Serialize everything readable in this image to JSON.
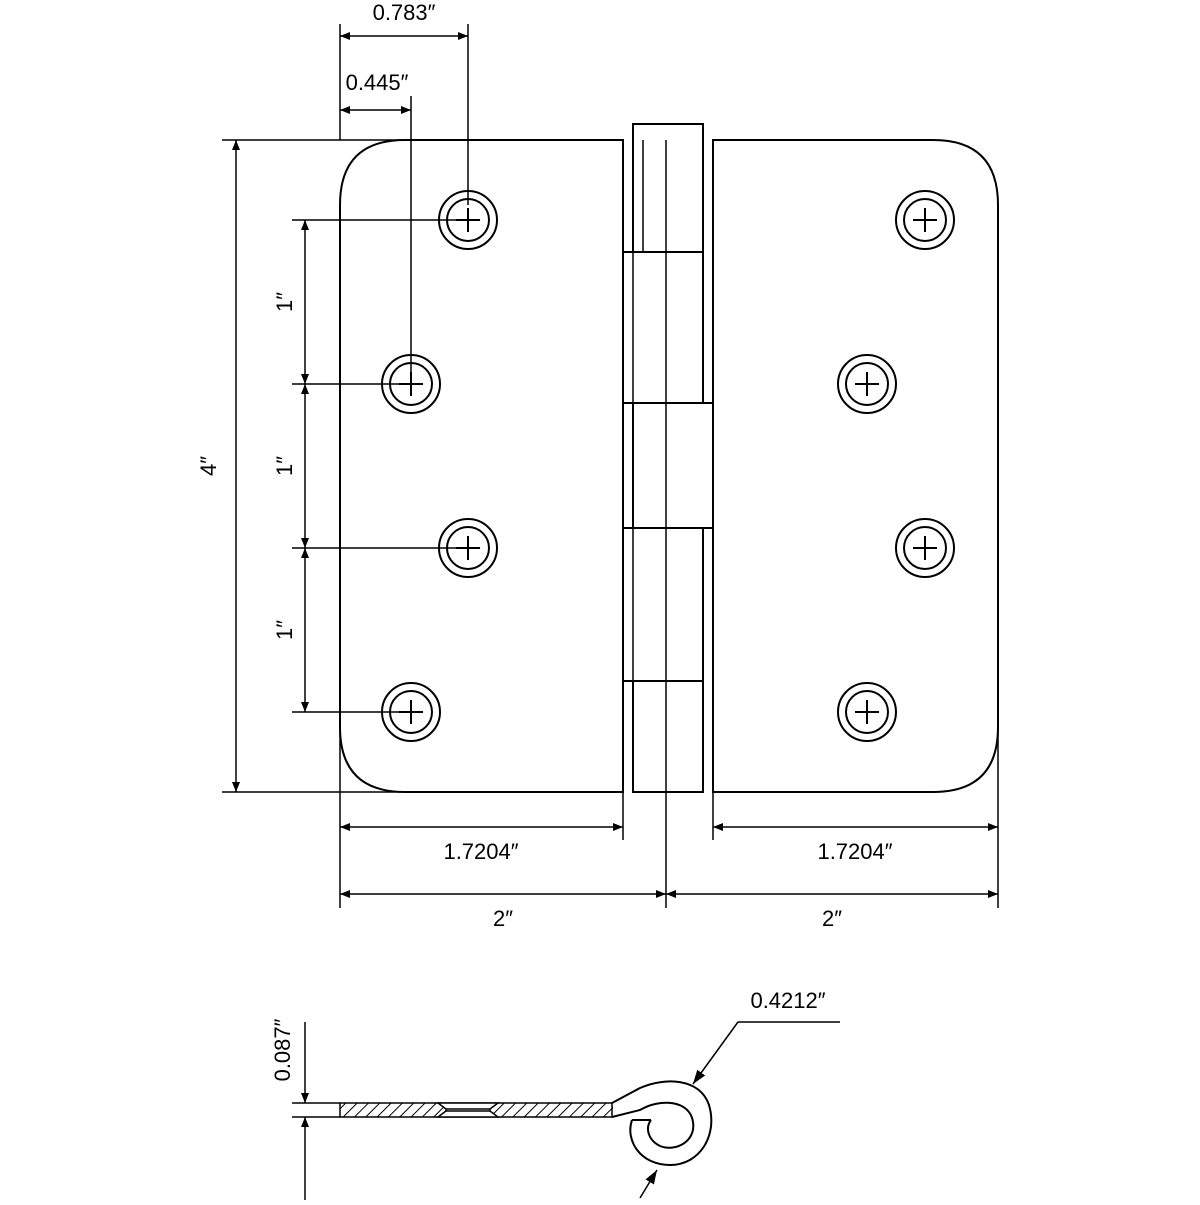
{
  "dimensions": {
    "top_hole_offset": "0.783″",
    "second_hole_offset": "0.445″",
    "hole_spacing_1": "1″",
    "hole_spacing_2": "1″",
    "hole_spacing_3": "1″",
    "overall_height": "4″",
    "left_leaf_flat_width": "1.7204″",
    "right_leaf_flat_width": "1.7204″",
    "left_leaf_width": "2″",
    "right_leaf_width": "2″",
    "leaf_thickness": "0.087″",
    "knuckle_diameter": "0.4212″"
  },
  "left_leaf_holes": 4,
  "right_leaf_holes": 4,
  "knuckles": 5
}
